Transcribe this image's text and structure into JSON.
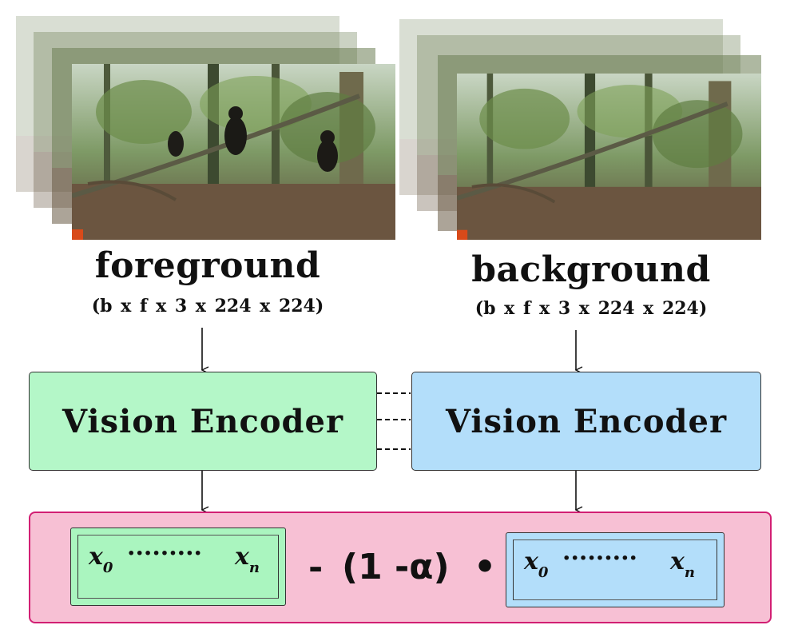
{
  "foreground": {
    "title": "foreground",
    "dims": "(b  x  f x 3 x 224 x 224)"
  },
  "background": {
    "title": "background",
    "dims": "(b  x  f x 3 x 224 x 224)"
  },
  "encoders": {
    "left_label": "Vision Encoder",
    "right_label": "Vision Encoder"
  },
  "formula": {
    "vec_left_start": "x",
    "vec_left_start_sub": "0",
    "vec_left_dots": "·········",
    "vec_left_end": "x",
    "vec_left_end_sub": "n",
    "minus": "-",
    "factor": "(1 -α)",
    "dot": "•",
    "vec_right_start": "x",
    "vec_right_start_sub": "0",
    "vec_right_dots": "·········",
    "vec_right_end": "x",
    "vec_right_end_sub": "n"
  },
  "colors": {
    "encoder_fg": "#b4f7c8",
    "encoder_bg": "#b3defa",
    "output_panel": "#f7c0d4",
    "output_border": "#d21f73"
  }
}
